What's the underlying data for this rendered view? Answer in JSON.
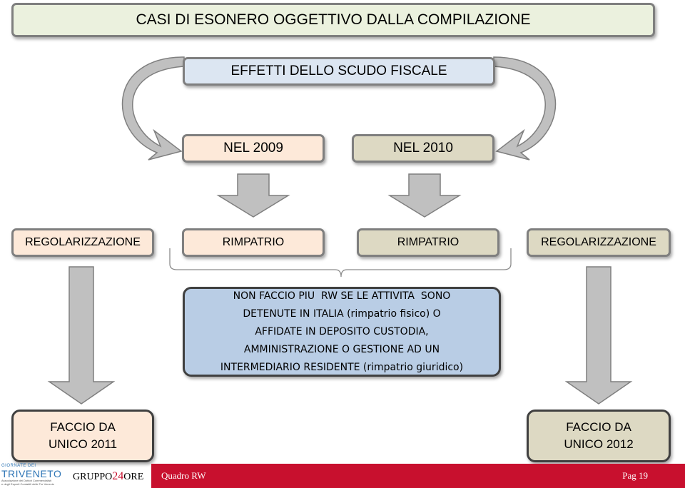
{
  "title": "CASI DI ESONERO OGGETTIVO DALLA COMPILAZIONE",
  "effetti": "EFFETTI DELLO SCUDO FISCALE",
  "years": {
    "y2009": "NEL 2009",
    "y2010": "NEL 2010"
  },
  "row": {
    "reg_left": "REGOLARIZZAZIONE",
    "rimp_left": "RIMPATRIO",
    "rimp_right": "RIMPATRIO",
    "reg_right": "REGOLARIZZAZIONE"
  },
  "note": {
    "line1": "NON FACCIO PIU  RW SE LE ATTIVITA  SONO",
    "line2": "DETENUTE IN ITALIA (rimpatrio fisico) O",
    "line3": "AFFIDATE IN DEPOSITO CUSTODIA,",
    "line4": "AMMINISTRAZIONE O GESTIONE AD UN",
    "line5": "INTERMEDIARIO RESIDENTE (rimpatrio giuridico)"
  },
  "facci": {
    "left_l1": "FACCIO DA",
    "left_l2": "UNICO 2011",
    "right_l1": "FACCIO DA",
    "right_l2": "UNICO 2012"
  },
  "footer": {
    "logo1_top": "GIORNATE DEI",
    "logo1_main": "TRIVENETO",
    "logo1_sub1": "Associazione dei Dottori Commercialisti",
    "logo1_sub2": "e degli Esperti Contabili delle Tre Venezie",
    "logo2_a": "GRUPPO",
    "logo2_num": "24",
    "logo2_b": "ORE",
    "section": "Quadro RW",
    "page": "Pag 19"
  },
  "colors": {
    "title_bg": "#ebf1de",
    "effetti_bg": "#dce6f2",
    "peach": "#fde9d9",
    "tan": "#ddd9c3",
    "note_bg": "#b9cde5",
    "arrow_gray": "#c0c0c0",
    "footer_red": "#c8102e"
  }
}
